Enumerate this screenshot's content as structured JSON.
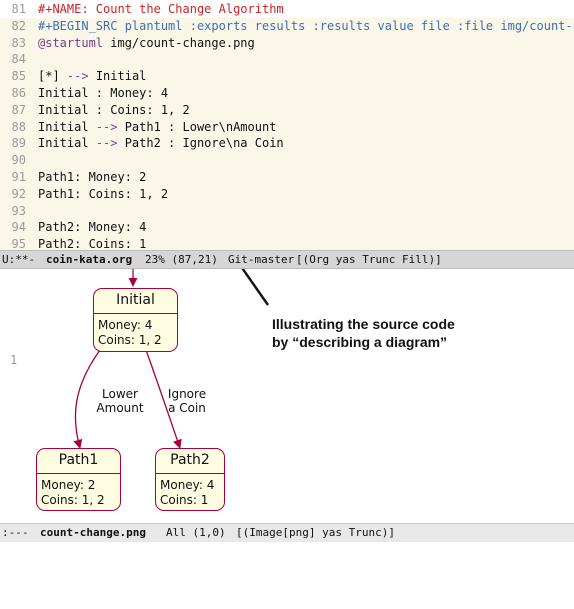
{
  "editor": {
    "lines": [
      {
        "num": "81",
        "segments": [
          {
            "text": "#+NAME: Count the Change Algorithm",
            "color": "red"
          }
        ]
      },
      {
        "num": "82",
        "segments": [
          {
            "text": "#+BEGIN_SRC plantuml :exports results :results value file :file img/count-cha",
            "color": "blue"
          }
        ],
        "highlight": true
      },
      {
        "num": "83",
        "segments": [
          {
            "text": "@startuml",
            "color": "purple"
          },
          {
            "text": " img/count-change.png",
            "color": "default"
          }
        ],
        "highlight": true
      },
      {
        "num": "84",
        "segments": [],
        "highlight": true
      },
      {
        "num": "85",
        "segments": [
          {
            "text": "[*] ",
            "color": "default"
          },
          {
            "text": "-->",
            "color": "arrow"
          },
          {
            "text": " Initial",
            "color": "default"
          }
        ],
        "highlight": true
      },
      {
        "num": "86",
        "segments": [
          {
            "text": "Initial : Money: 4",
            "color": "default"
          }
        ],
        "highlight": true
      },
      {
        "num": "87",
        "segments": [
          {
            "text": "Initial : Coins: 1, 2",
            "color": "default"
          }
        ],
        "highlight": true
      },
      {
        "num": "88",
        "segments": [
          {
            "text": "Initial ",
            "color": "default"
          },
          {
            "text": "-->",
            "color": "arrow"
          },
          {
            "text": " Path1 : Lower\\nAmount",
            "color": "default"
          }
        ],
        "highlight": true
      },
      {
        "num": "89",
        "segments": [
          {
            "text": "Initial ",
            "color": "default"
          },
          {
            "text": "-->",
            "color": "arrow"
          },
          {
            "text": " Path2 : Ignore\\na Coin",
            "color": "default"
          }
        ],
        "highlight": true
      },
      {
        "num": "90",
        "segments": [],
        "highlight": true
      },
      {
        "num": "91",
        "segments": [
          {
            "text": "Path1: Money: 2",
            "color": "default"
          }
        ],
        "highlight": true
      },
      {
        "num": "92",
        "segments": [
          {
            "text": "Path1: Coins: 1, 2",
            "color": "default"
          }
        ],
        "highlight": true
      },
      {
        "num": "93",
        "segments": [],
        "highlight": true
      },
      {
        "num": "94",
        "segments": [
          {
            "text": "Path2: Money: 4",
            "color": "default"
          }
        ],
        "highlight": true
      },
      {
        "num": "95",
        "segments": [
          {
            "text": "Path2: Coins: 1",
            "color": "default"
          }
        ],
        "highlight": true
      }
    ]
  },
  "modeline_top": {
    "status": "U:**-",
    "buffer": "coin-kata.org",
    "position": "23% (87,21)",
    "vc": "Git-master",
    "modes": "[(Org yas Trunc Fill)]"
  },
  "modeline_bottom": {
    "status": ":---",
    "buffer": "count-change.png",
    "position": "All (1,0)",
    "modes": "[(Image[png] yas Trunc)]"
  },
  "image_pane": {
    "line_number": "1",
    "states": {
      "initial": {
        "title": "Initial",
        "attrs": [
          "Money: 4",
          "Coins: 1, 2"
        ]
      },
      "path1": {
        "title": "Path1",
        "attrs": [
          "Money: 2",
          "Coins: 1, 2"
        ]
      },
      "path2": {
        "title": "Path2",
        "attrs": [
          "Money: 4",
          "Coins: 1"
        ]
      }
    },
    "edge_labels": {
      "lower": "Lower\nAmount",
      "ignore": "Ignore\na Coin"
    }
  },
  "annotation": {
    "line1": "Illustrating the source code",
    "line2": "by “describing a diagram”"
  },
  "colors": {
    "state_border": "#a8003b",
    "state_fill": "#fefde2",
    "highlight_bg": "#fbf7e8",
    "modeline_bg": "#d6d6d6"
  }
}
